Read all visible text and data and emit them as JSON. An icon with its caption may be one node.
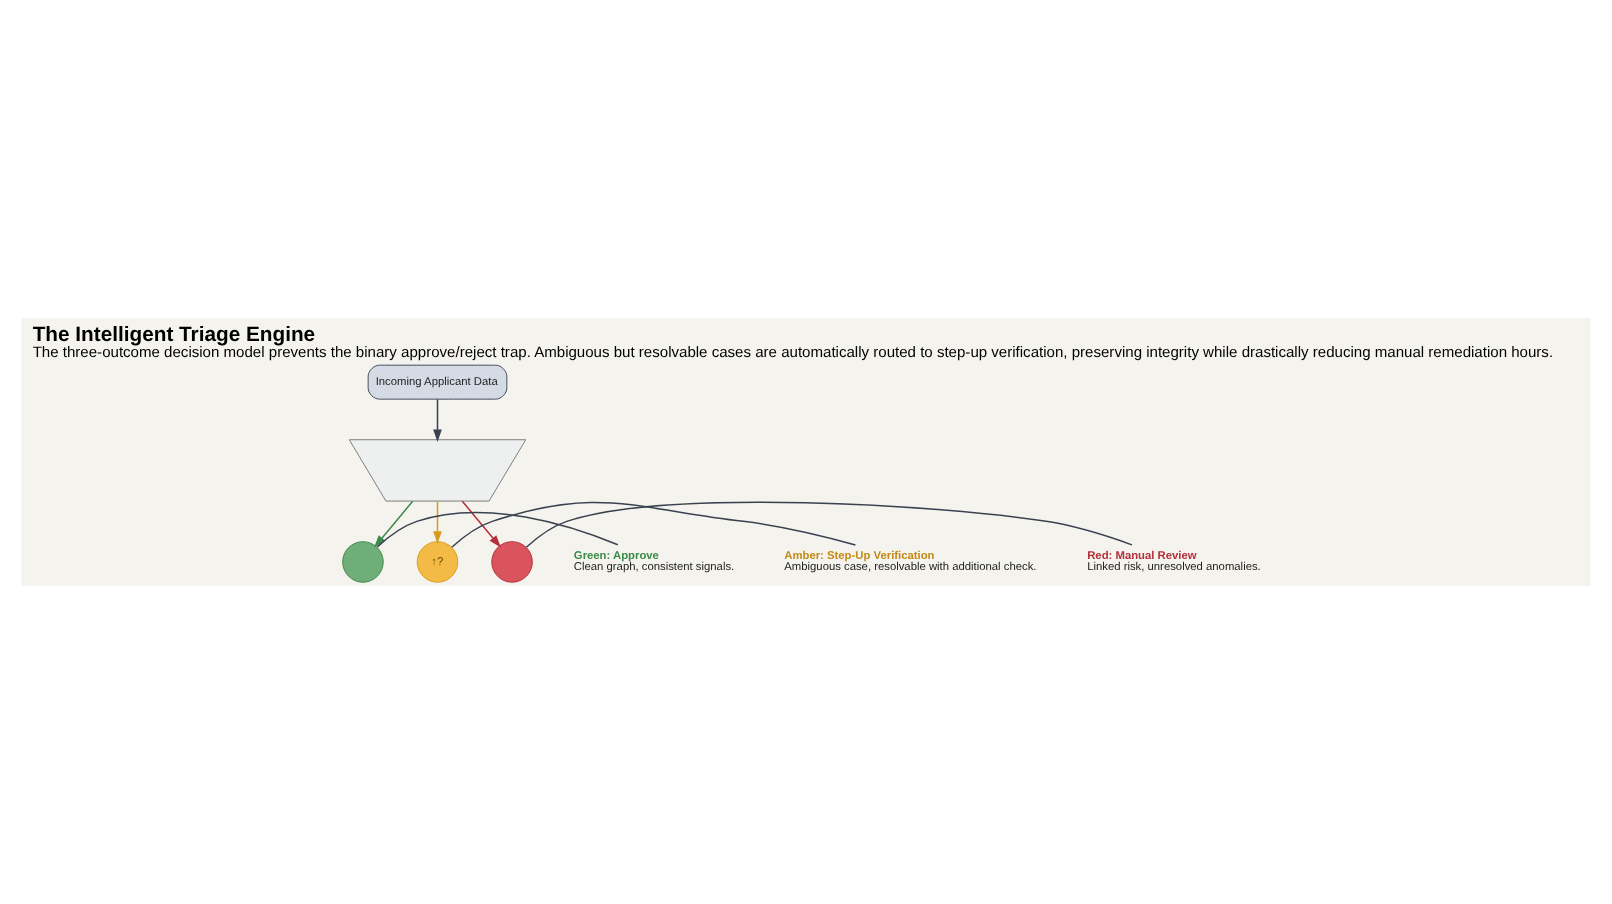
{
  "diagram": {
    "title": "The Intelligent Triage Engine",
    "caption": "The three-outcome decision model prevents the binary approve/reject trap. Ambiguous but resolvable cases are automatically routed to step-up verification, preserving integrity while drastically reducing manual remediation hours.",
    "nodes": [
      {
        "text": [
          "Incoming Applicant Data"
        ]
      },
      {
        "text": [],
        "shape": "funnel"
      },
      {
        "text": [
          "Green: Approve",
          "Clean graph, consistent signals."
        ]
      },
      {
        "text": [],
        "shape": "circle"
      },
      {
        "text": [
          "↑?"
        ]
      },
      {
        "text": [
          "Amber: Step-Up Verification",
          "Ambiguous case, resolvable with additional check."
        ]
      },
      {
        "text": [],
        "shape": "circle"
      },
      {
        "text": [
          "Red: Manual Review",
          "Linked risk, unresolved anomalies."
        ]
      }
    ],
    "edges": [
      {
        "from": 0,
        "to": 1,
        "arrow": "to"
      },
      {
        "from": 1,
        "to": 3,
        "arrow": "to",
        "color": "#3d8a4a"
      },
      {
        "from": 1,
        "to": 4,
        "arrow": "to",
        "color": "#d99a1e"
      },
      {
        "from": 1,
        "to": 6,
        "arrow": "to",
        "color": "#b3303a"
      },
      {
        "from": 2,
        "to": 3,
        "arrow": "none"
      },
      {
        "from": 5,
        "to": 4,
        "arrow": "none"
      },
      {
        "from": 7,
        "to": 6,
        "arrow": "none"
      }
    ]
  }
}
